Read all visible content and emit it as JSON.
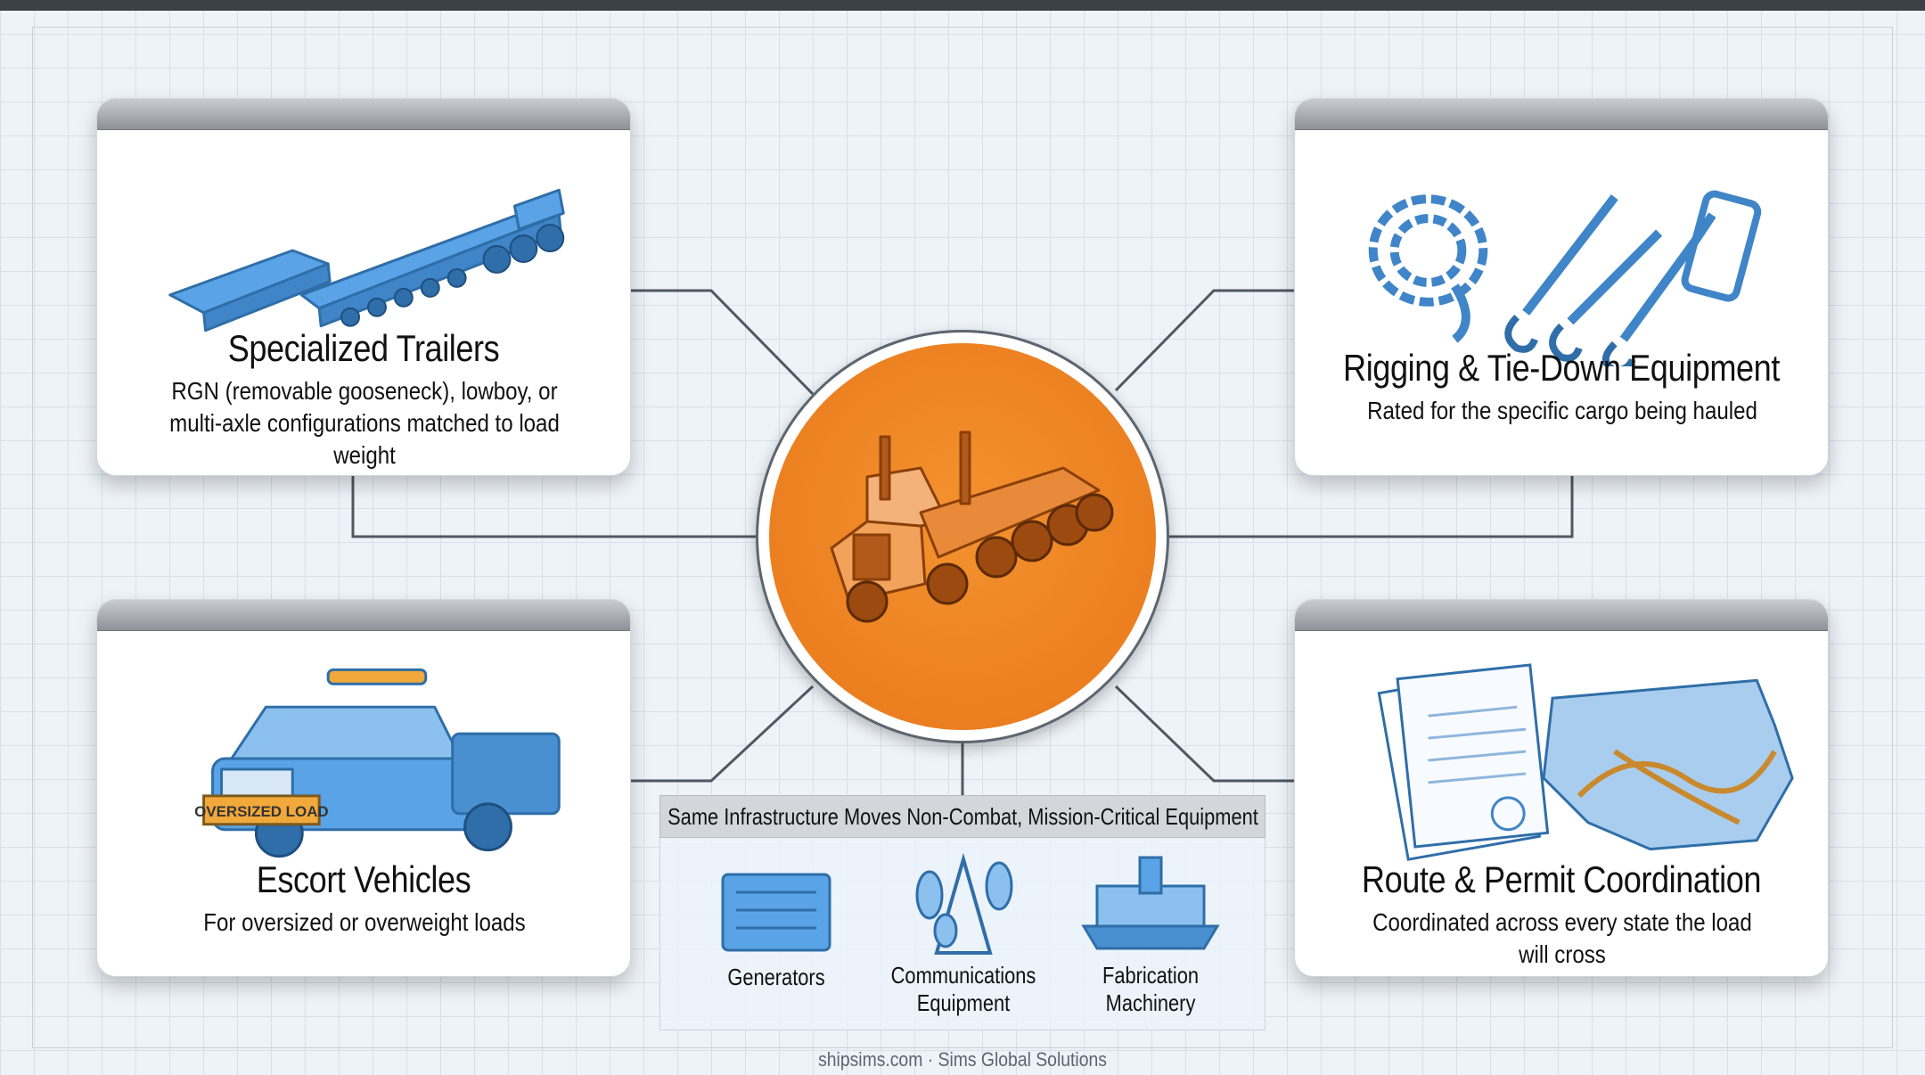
{
  "cards": {
    "trailers": {
      "title": "Specialized Trailers",
      "desc": "RGN (removable gooseneck), lowboy, or multi-axle configurations matched to load weight"
    },
    "rigging": {
      "title": "Rigging & Tie-Down Equipment",
      "desc": "Rated for the specific cargo being hauled"
    },
    "escort": {
      "title": "Escort Vehicles",
      "desc": "For oversized or overweight loads",
      "sign": "OVERSIZED LOAD"
    },
    "route": {
      "title": "Route & Permit Coordination",
      "desc": "Coordinated across every state the load will cross"
    }
  },
  "banner": "Same Infrastructure Moves Non-Combat, Mission-Critical Equipment",
  "equipment": {
    "generators": "Generators",
    "comms": [
      "Communications",
      "Equipment"
    ],
    "fabrication": [
      "Fabrication",
      "Machinery"
    ]
  },
  "footer": "shipsims.com · Sims Global Solutions",
  "colors": {
    "accent": "#ea7d1f",
    "blue": "#4a8fd0",
    "line": "#4f5963"
  }
}
